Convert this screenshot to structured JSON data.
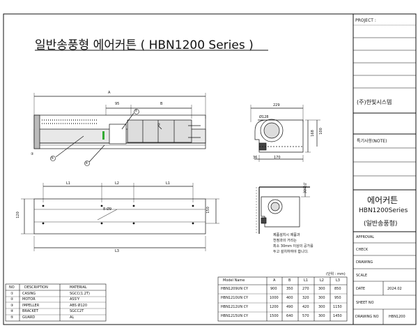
{
  "title": "일반송풍형 에어커튼 ( HBN1200 Series )",
  "dims": {
    "A": "A",
    "num95": "95",
    "B": "B",
    "num229": "229",
    "phi": "Ø128",
    "num168": "168",
    "num100": "100",
    "num36": "36",
    "num170": "170",
    "L1": "L1",
    "L2": "L2",
    "L1b": "L1",
    "L3": "L3",
    "num120": "120",
    "B8": "8-Ø9",
    "num150": "150",
    "num30": "30이상",
    "circ1": "①",
    "circ2": "②",
    "circ3": "③",
    "circ4": "④",
    "circ5": "⑤"
  },
  "note": {
    "line1": "제품설치시 제품과",
    "line2": "천정과의 거리는",
    "line3": "최소 30mm 이상의 공가를",
    "line4": "두고 설치하여야 합니다."
  },
  "unit": "(단위 : mm)",
  "bom": {
    "headers": [
      "NO",
      "DESCRIPTION",
      "MATERIAL"
    ],
    "rows": [
      [
        "①",
        "CASING",
        "SGCC(1.2T)"
      ],
      [
        "②",
        "MOTOR",
        "ASS'Y"
      ],
      [
        "③",
        "IMPELLER",
        "ABS Ø120"
      ],
      [
        "④",
        "BRACKET",
        "SGCC2T"
      ],
      [
        "⑤",
        "GUARD",
        "AL"
      ]
    ]
  },
  "models": {
    "headers": [
      "Model Name",
      "A",
      "B",
      "L1",
      "L2",
      "L3"
    ],
    "rows": [
      [
        "HBN1209UN CY",
        "900",
        "350",
        "270",
        "300",
        "850"
      ],
      [
        "HBN1210UN CY",
        "1000",
        "400",
        "320",
        "300",
        "950"
      ],
      [
        "HBN1212UN CY",
        "1200",
        "490",
        "420",
        "300",
        "1150"
      ],
      [
        "HBN1215UN CY",
        "1500",
        "640",
        "570",
        "300",
        "1450"
      ]
    ]
  },
  "titleblock": {
    "project": "PROJECT :",
    "company": "(주)한빛시스템",
    "note_label": "특기사항(NOTE)",
    "product": "에어커튼",
    "series": "HBN1200Series",
    "type": "(일반송풍형)",
    "approval": "APPROVAL",
    "check": "CHECK",
    "drawing": "DRAWING",
    "scale": "SCALE",
    "date_label": "DATE",
    "date_value": "2024.02",
    "sheet": "SHEET NO",
    "drawing_no_label": "DRAWING NO",
    "drawing_no_value": "HBN1200"
  }
}
